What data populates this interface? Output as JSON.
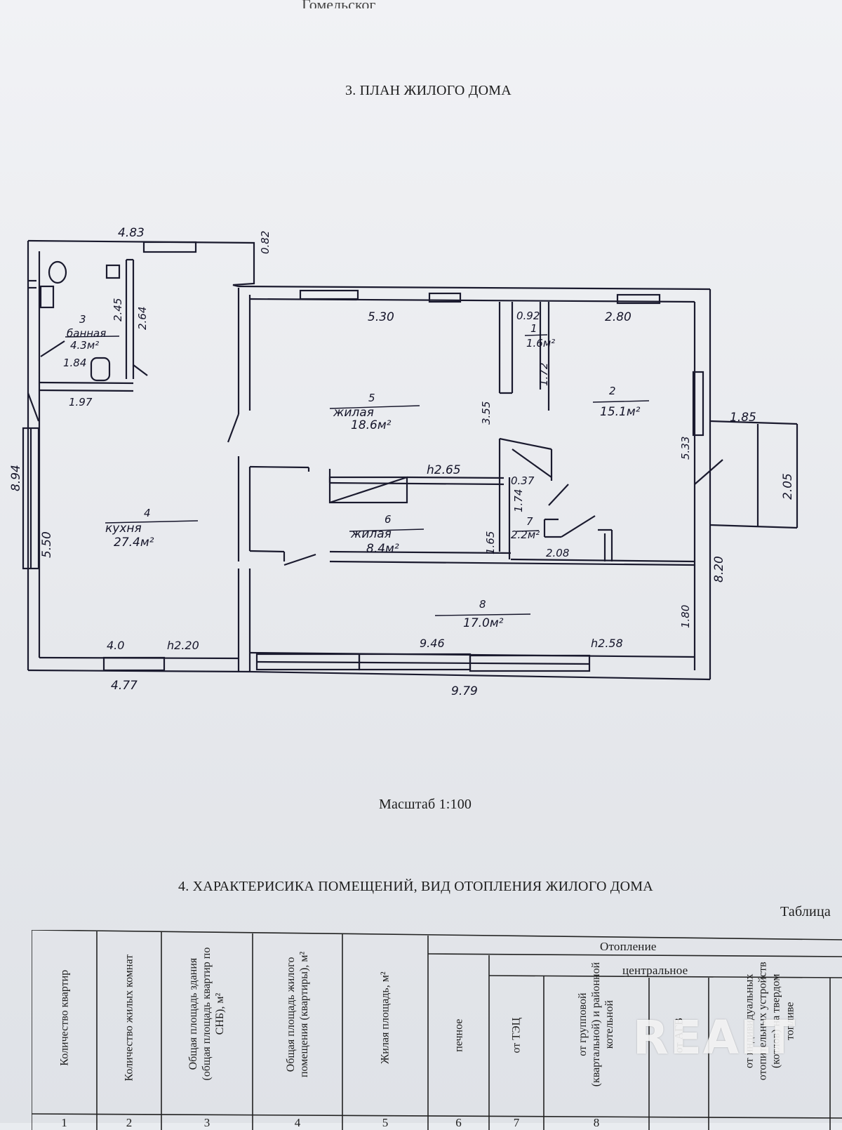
{
  "document": {
    "top_cut_text": "Гомельског",
    "plan_title": "3. ПЛАН ЖИЛОГО ДОМА",
    "scale": "Масштаб 1:100",
    "characteristics_title": "4. ХАРАКТЕРИСИКА ПОМЕЩЕНИЙ, ВИД ОТОПЛЕНИЯ ЖИЛОГО ДОМА",
    "table_caption": "Таблица"
  },
  "plan": {
    "rooms": [
      {
        "no": "1",
        "name": "",
        "area": "1.6м²"
      },
      {
        "no": "2",
        "name": "",
        "area": "15.1м²"
      },
      {
        "no": "3",
        "name": "банная",
        "area": "4.3м²"
      },
      {
        "no": "4",
        "name": "кухня",
        "area": "27.4м²"
      },
      {
        "no": "5",
        "name": "жилая",
        "area": "18.6м²"
      },
      {
        "no": "6",
        "name": "жилая",
        "area": "8.4м²"
      },
      {
        "no": "7",
        "name": "",
        "area": "2.2м²"
      },
      {
        "no": "8",
        "name": "",
        "area": "17.0м²"
      }
    ],
    "dimensions": {
      "d_4_83": "4.83",
      "d_0_82": "0.82",
      "d_2_45": "2.45",
      "d_2_64": "2.64",
      "d_1_84": "1.84",
      "d_1_97": "1.97",
      "d_8_94": "8.94",
      "d_5_50": "5.50",
      "d_4_0": "4.0",
      "d_h2_20": "h2.20",
      "d_4_77": "4.77",
      "d_5_30": "5.30",
      "d_3_55": "3.55",
      "d_h2_65": "h2.65",
      "d_1_65": "1.65",
      "d_0_92": "0.92",
      "d_1_72": "1.72",
      "d_2_80": "2.80",
      "d_5_33": "5.33",
      "d_0_37": "0.37",
      "d_1_74": "1.74",
      "d_2_08": "2.08",
      "d_1_85": "1.85",
      "d_2_05": "2.05",
      "d_8_20": "8.20",
      "d_1_80": "1.80",
      "d_9_46": "9.46",
      "d_h2_58": "h2.58",
      "d_9_79": "9.79"
    }
  },
  "table": {
    "group_header": "Отопление",
    "sub_header": "центральное",
    "columns": [
      {
        "no": "1",
        "label": "Количество квартир"
      },
      {
        "no": "2",
        "label": "Количество жилых комнат"
      },
      {
        "no": "3",
        "label": "Общая площадь здания (общая площадь квартир по СНБ), м²"
      },
      {
        "no": "4",
        "label": "Общая площадь жилого помещения (квартиры), м²"
      },
      {
        "no": "5",
        "label": "Жилая площадь, м²"
      },
      {
        "no": "6",
        "label": "печное"
      },
      {
        "no": "7",
        "label": "от ТЭЦ"
      },
      {
        "no": "8",
        "label": "от групповой (квартальной) и районной котельной"
      },
      {
        "no": "",
        "label": "от АГВ"
      },
      {
        "no": "",
        "label": "от индивидуальных отопительных устройств (котлов) на твердом топливе"
      }
    ]
  },
  "watermark": "REALT"
}
